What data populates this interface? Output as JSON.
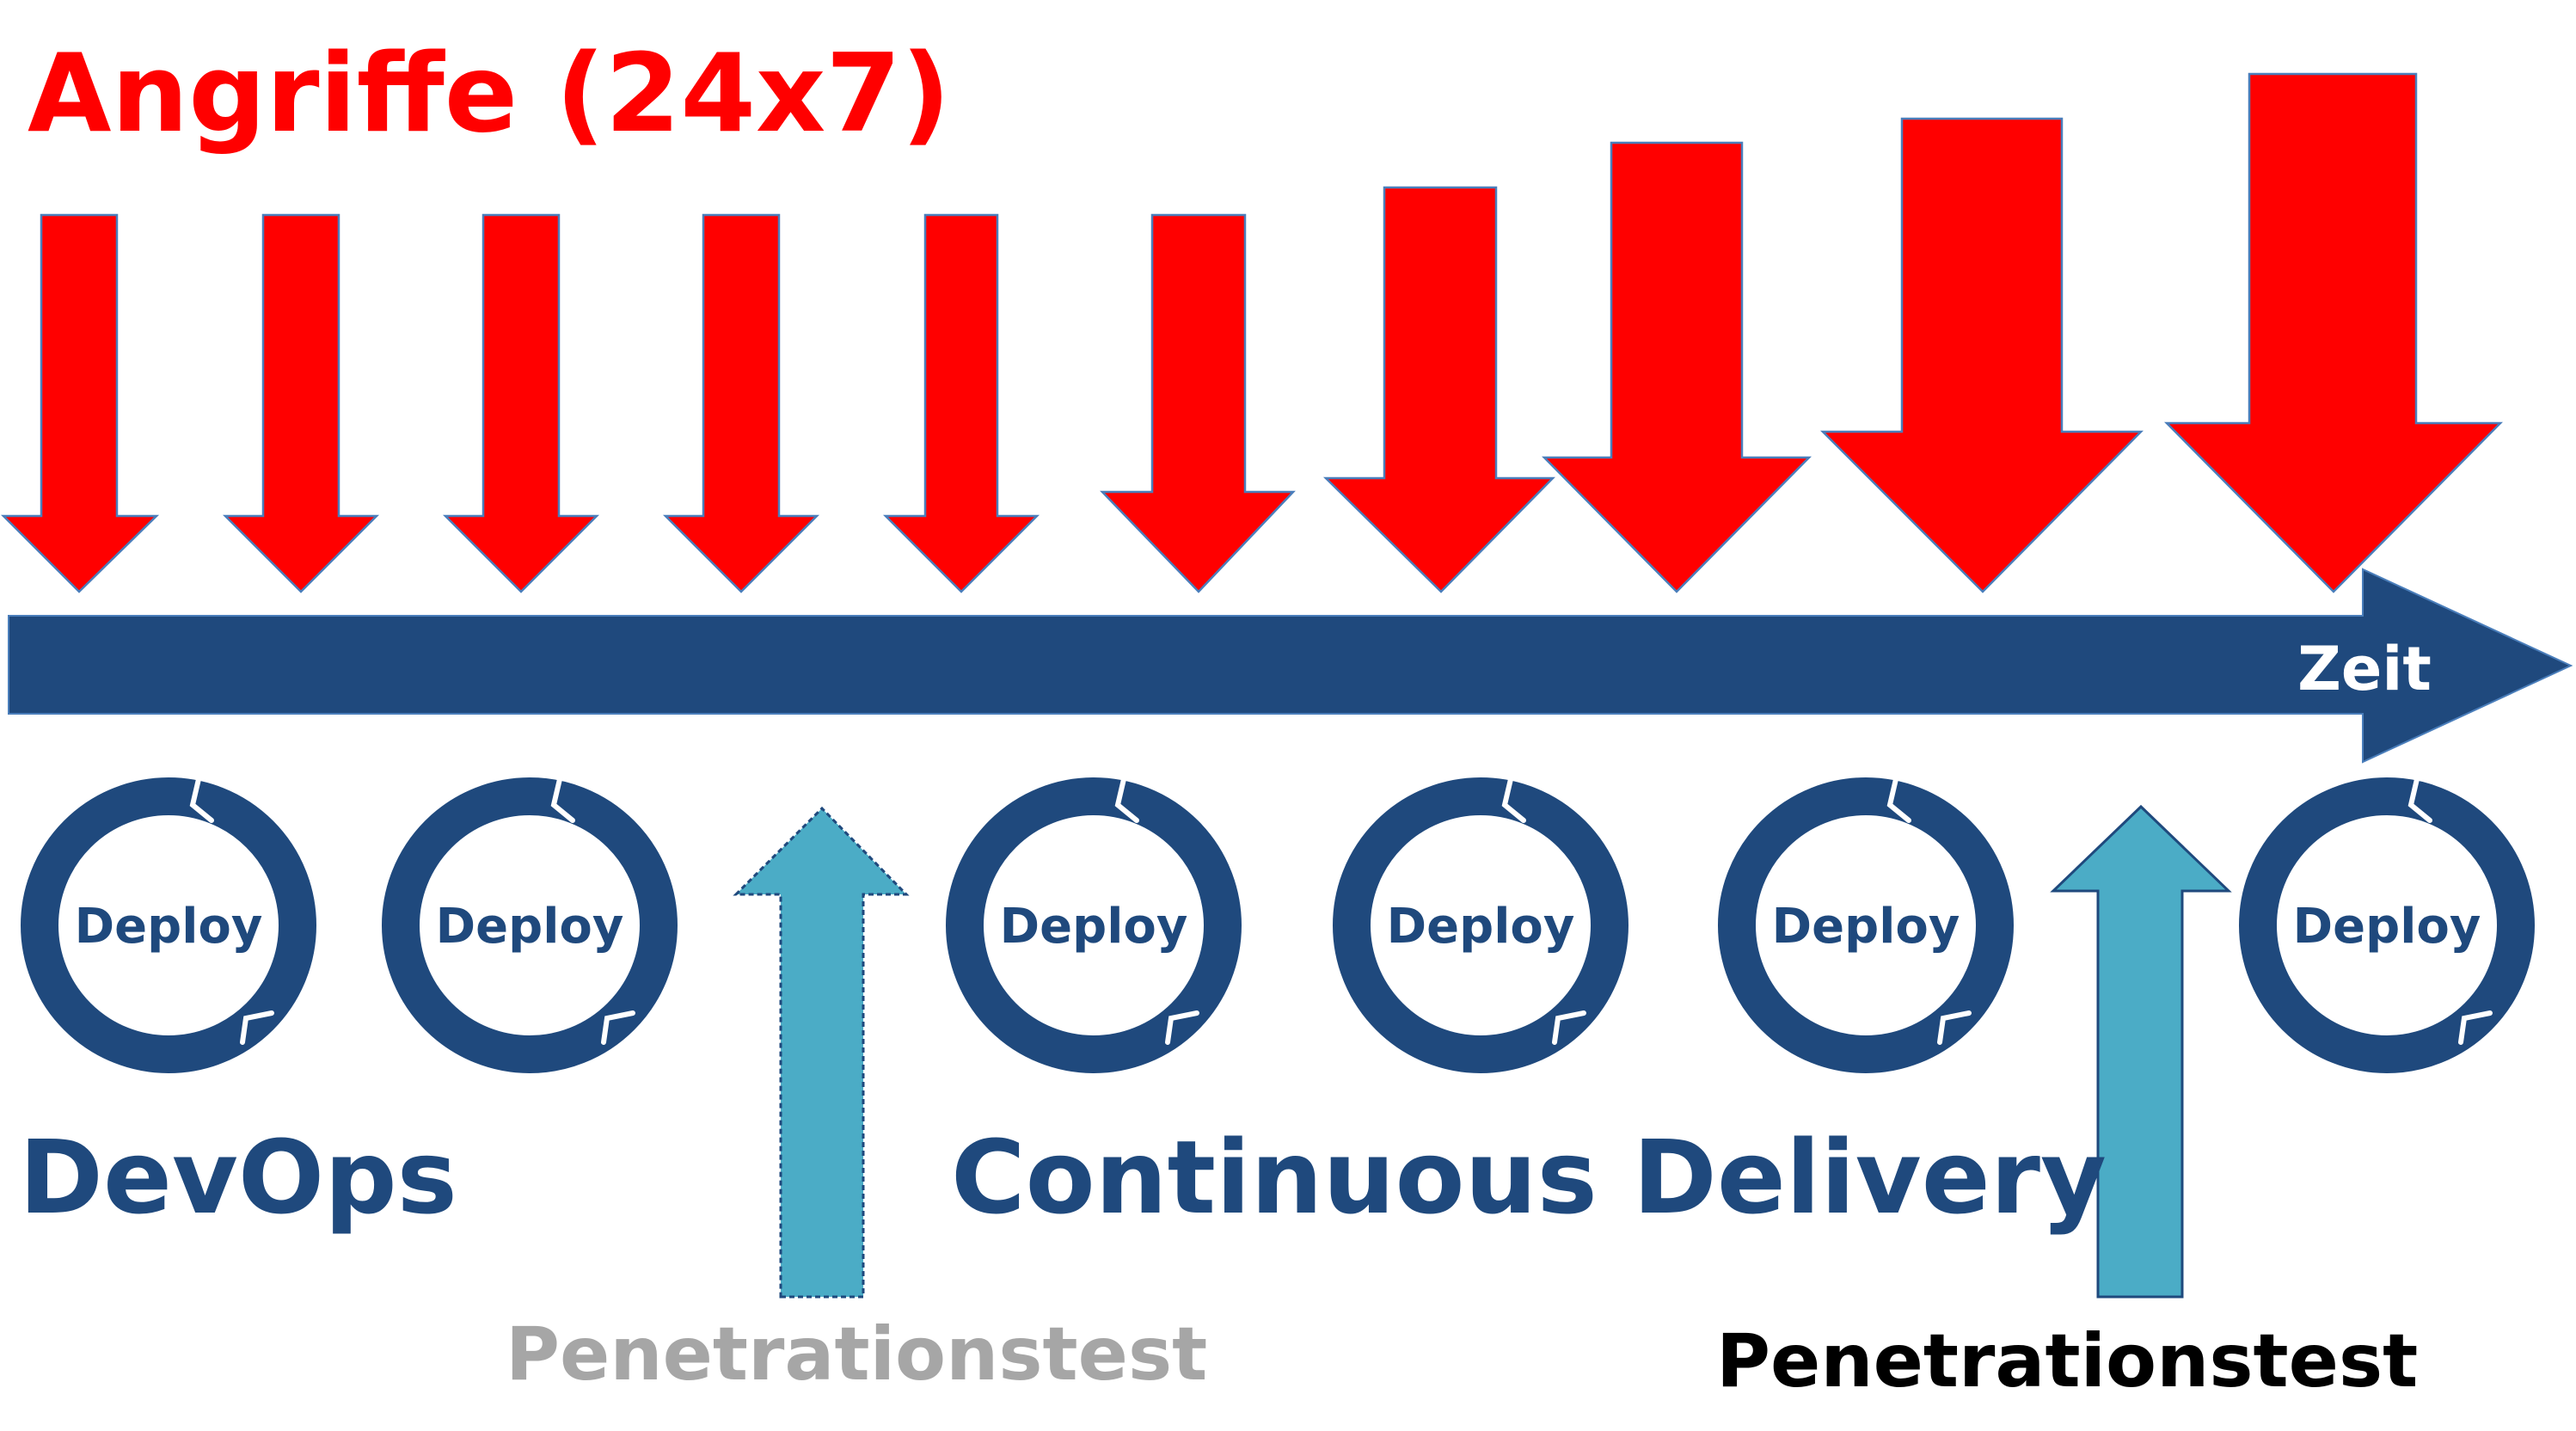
{
  "diagram": {
    "title": "Angriffe (24x7)",
    "timeline_label": "Zeit",
    "deploy_label": "Deploy",
    "devops_label": "DevOps",
    "cd_label": "Continuous Delivery",
    "pentest_1_label": "Penetrationstest",
    "pentest_2_label": "Penetrationstest"
  },
  "colors": {
    "attack": "#ff0000",
    "timeline": "#1f497d",
    "pentest_arrow": "#4bacc6",
    "pentest_1_text": "#a6a6a6",
    "pentest_2_text": "#000000"
  },
  "icons": {
    "attack": "down-arrow-icon",
    "deploy": "cycle-ring-icon",
    "pentest": "up-arrow-icon"
  }
}
